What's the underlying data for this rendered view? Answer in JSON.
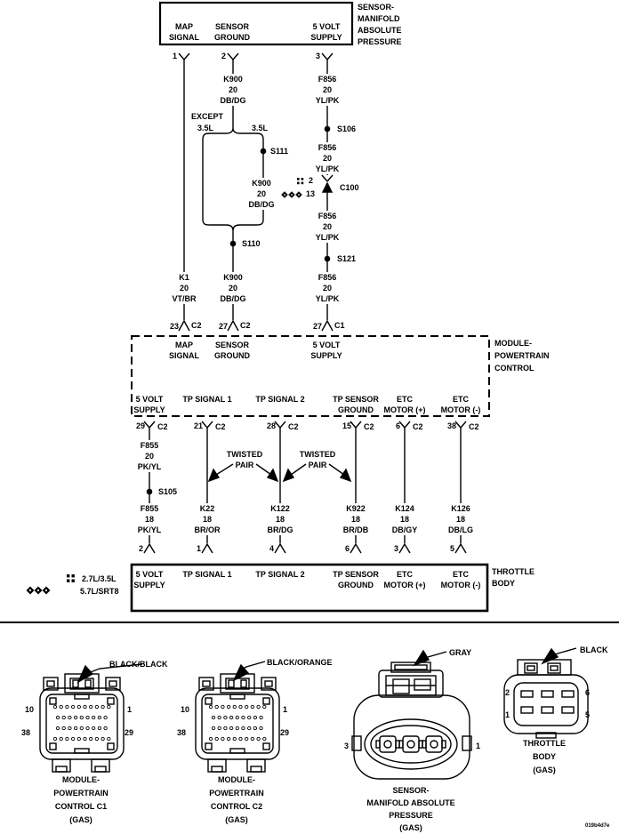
{
  "doc_code": "019b4d7e",
  "map_sensor": {
    "name_lines": [
      "SENSOR-",
      "MANIFOLD",
      "ABSOLUTE",
      "PRESSURE"
    ],
    "terminals": [
      {
        "pin": "1",
        "l1": "MAP",
        "l2": "SIGNAL"
      },
      {
        "pin": "2",
        "l1": "SENSOR",
        "l2": "GROUND"
      },
      {
        "pin": "3",
        "l1": "5 VOLT",
        "l2": "SUPPLY"
      }
    ]
  },
  "wires": {
    "k1": {
      "circuit": "K1",
      "gauge": "20",
      "color": "VT/BR"
    },
    "k900": {
      "circuit": "K900",
      "gauge": "20",
      "color": "DB/DG"
    },
    "f856": {
      "circuit": "F856",
      "gauge": "20",
      "color": "YL/PK"
    },
    "f855_20": {
      "circuit": "F855",
      "gauge": "20",
      "color": "PK/YL"
    },
    "f855_18": {
      "circuit": "F855",
      "gauge": "18",
      "color": "PK/YL"
    },
    "k22": {
      "circuit": "K22",
      "gauge": "18",
      "color": "BR/OR"
    },
    "k122": {
      "circuit": "K122",
      "gauge": "18",
      "color": "BR/DG"
    },
    "k922": {
      "circuit": "K922",
      "gauge": "18",
      "color": "BR/DB"
    },
    "k124": {
      "circuit": "K124",
      "gauge": "18",
      "color": "DB/GY"
    },
    "k126": {
      "circuit": "K126",
      "gauge": "18",
      "color": "DB/LG"
    }
  },
  "splices": {
    "s106": "S106",
    "s111": "S111",
    "s110": "S110",
    "s121": "S121",
    "s105": "S105"
  },
  "branch": {
    "except_l1": "EXCEPT",
    "except_l2": "3.5L",
    "right": "3.5L"
  },
  "c100": {
    "name": "C100",
    "pin_top": "2",
    "pin_bottom": "13"
  },
  "pcm": {
    "name_lines": [
      "MODULE-",
      "POWERTRAIN",
      "CONTROL"
    ],
    "top_terminals": [
      {
        "pin": "23",
        "conn": "C2",
        "l1": "MAP",
        "l2": "SIGNAL"
      },
      {
        "pin": "27",
        "conn": "C2",
        "l1": "SENSOR",
        "l2": "GROUND"
      },
      {
        "pin": "27",
        "conn": "C1",
        "l1": "5 VOLT",
        "l2": "SUPPLY"
      }
    ],
    "bottom_terminals": [
      {
        "pin": "29",
        "conn": "C2",
        "l1": "5 VOLT",
        "l2": "SUPPLY"
      },
      {
        "pin": "21",
        "conn": "C2",
        "l1": "",
        "l2": "TP SIGNAL 1"
      },
      {
        "pin": "28",
        "conn": "C2",
        "l1": "",
        "l2": "TP SIGNAL 2"
      },
      {
        "pin": "15",
        "conn": "C2",
        "l1": "TP SENSOR",
        "l2": "GROUND"
      },
      {
        "pin": "6",
        "conn": "C2",
        "l1": "ETC",
        "l2": "MOTOR (+)"
      },
      {
        "pin": "38",
        "conn": "C2",
        "l1": "ETC",
        "l2": "MOTOR (-)"
      }
    ]
  },
  "twisted_pair": {
    "l1": "TWISTED",
    "l2": "PAIR"
  },
  "throttle_body": {
    "name_lines": [
      "THROTTLE",
      "BODY"
    ],
    "terminals": [
      {
        "pin": "2",
        "l1": "5 VOLT",
        "l2": "SUPPLY"
      },
      {
        "pin": "1",
        "l1": "TP SIGNAL 1",
        "l2": ""
      },
      {
        "pin": "4",
        "l1": "TP SIGNAL 2",
        "l2": ""
      },
      {
        "pin": "6",
        "l1": "TP SENSOR",
        "l2": "GROUND"
      },
      {
        "pin": "3",
        "l1": "ETC",
        "l2": "MOTOR (+)"
      },
      {
        "pin": "5",
        "l1": "ETC",
        "l2": "MOTOR (-)"
      }
    ]
  },
  "legend": [
    {
      "symbol": "hash-icon",
      "label": "2.7L/3.5L"
    },
    {
      "symbol": "diamonds-icon",
      "label": "5.7L/SRT8"
    }
  ],
  "connectors": [
    {
      "color_label": "BLACK/BLACK",
      "pin_tl": "10",
      "pin_tr": "1",
      "pin_bl": "38",
      "pin_br": "29",
      "caption": [
        "MODULE-",
        "POWERTRAIN",
        "CONTROL C1",
        "(GAS)"
      ]
    },
    {
      "color_label": "BLACK/ORANGE",
      "pin_tl": "10",
      "pin_tr": "1",
      "pin_bl": "38",
      "pin_br": "29",
      "caption": [
        "MODULE-",
        "POWERTRAIN",
        "CONTROL C2",
        "(GAS)"
      ]
    },
    {
      "color_label": "GRAY",
      "pin_l": "3",
      "pin_r": "1",
      "caption": [
        "SENSOR-",
        "MANIFOLD ABSOLUTE",
        "PRESSURE",
        "(GAS)"
      ]
    },
    {
      "color_label": "BLACK",
      "pin_tl": "2",
      "pin_bl": "1",
      "pin_tr": "6",
      "pin_br": "5",
      "caption": [
        "THROTTLE",
        "BODY",
        "(GAS)"
      ]
    }
  ]
}
